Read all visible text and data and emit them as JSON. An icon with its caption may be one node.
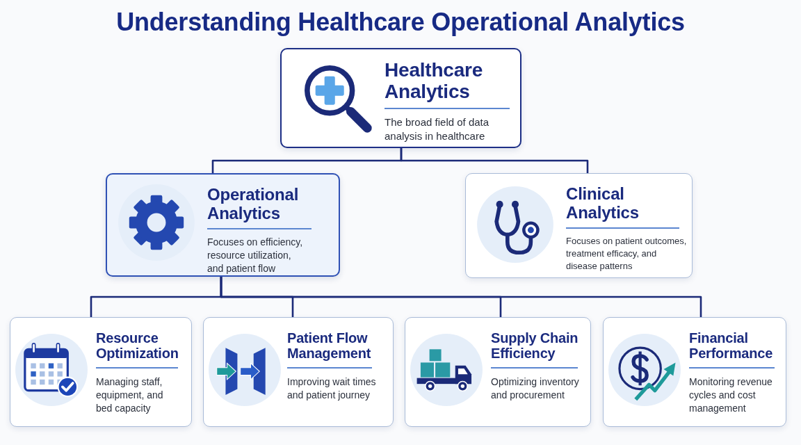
{
  "diagram": {
    "title": "Understanding Healthcare Operational Analytics",
    "nodes": [
      {
        "text": [
          "Healthcare Analytics",
          "The broad field of data analysis in healthcare"
        ]
      },
      {
        "text": [
          "Operational Analytics",
          "Focuses on efficiency, resource utilization, and patient flow"
        ]
      },
      {
        "text": [
          "Clinical Analytics",
          "Focuses on patient outcomes, treatment efficacy, and disease patterns"
        ]
      },
      {
        "text": [
          "Resource Optimization",
          "Managing staff, equipment, and bed capacity"
        ]
      },
      {
        "text": [
          "Patient Flow Management",
          "Improving wait times and patient journey"
        ]
      },
      {
        "text": [
          "Supply Chain Efficiency",
          "Optimizing inventory and procurement"
        ]
      },
      {
        "text": [
          "Financial Performance",
          "Monitoring revenue cycles and cost management"
        ]
      }
    ],
    "edges": [
      {
        "from": 0,
        "to": 1,
        "arrow": "none"
      },
      {
        "from": 0,
        "to": 2,
        "arrow": "none"
      },
      {
        "from": 1,
        "to": 3,
        "arrow": "none"
      },
      {
        "from": 1,
        "to": 4,
        "arrow": "none"
      },
      {
        "from": 1,
        "to": 5,
        "arrow": "none"
      },
      {
        "from": 1,
        "to": 6,
        "arrow": "none"
      }
    ]
  }
}
